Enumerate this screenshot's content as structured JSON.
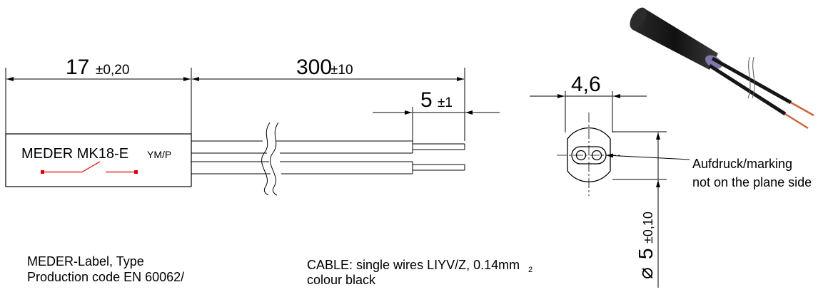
{
  "dimensions": {
    "body_length": {
      "value": "17",
      "tolerance": "±0,20"
    },
    "cable_length": {
      "value": "300",
      "tolerance": "±10"
    },
    "strip_length": {
      "value": "5",
      "tolerance": "±1"
    },
    "width": {
      "value": "4,6"
    },
    "diameter": {
      "symbol": "⌀",
      "value": "5",
      "tolerance": "±0,10"
    }
  },
  "body_label": {
    "brand_type": "MEDER MK18-E",
    "code": "YM/P"
  },
  "marking_note": {
    "line1": "Aufdruck/marking",
    "line2": "not on the plane side"
  },
  "notes": {
    "label_line1": "MEDER-Label, Type",
    "label_line2": "Production code EN 60062/",
    "cable_line1": "CABLE: single wires LIYV/Z, 0.14mm",
    "cable_sub": "2",
    "cable_line2": "colour black"
  },
  "colors": {
    "line": "#000000",
    "switch_symbol": "#e00000",
    "cable_dark": "#161616",
    "cable_end": "#7d78a8",
    "copper": "#c9663b"
  }
}
